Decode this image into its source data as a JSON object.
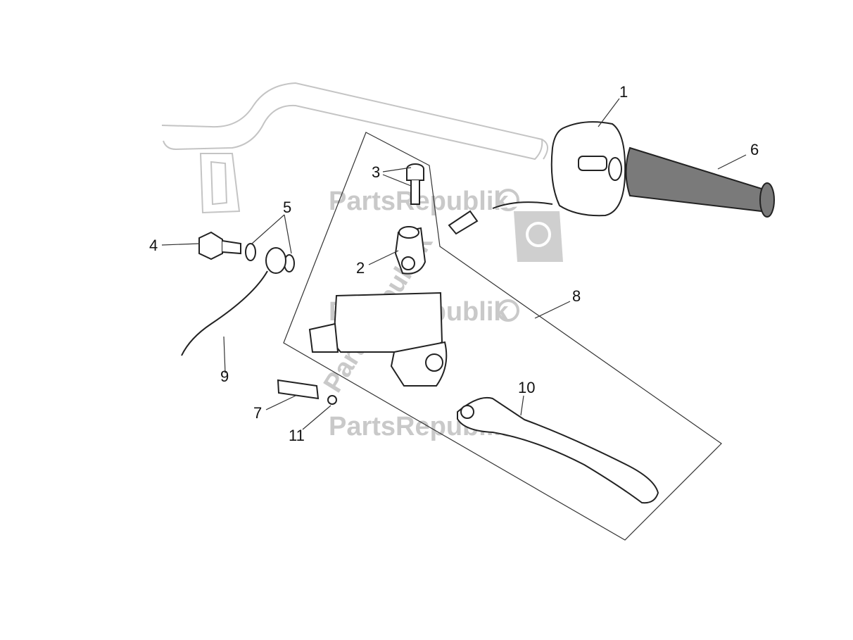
{
  "watermark": {
    "text": "PartsRepublik",
    "color": "#c9c9c9",
    "icon": "gear-icon"
  },
  "callouts": {
    "c1": "1",
    "c2": "2",
    "c3": "3",
    "c4": "4",
    "c5": "5",
    "c6": "6",
    "c7": "7",
    "c8": "8",
    "c9": "9",
    "c10": "10",
    "c11": "11"
  },
  "colors": {
    "line": "#333333",
    "ghost_handlebar": "#c4c4c4",
    "grip": "#7a7a7a"
  }
}
